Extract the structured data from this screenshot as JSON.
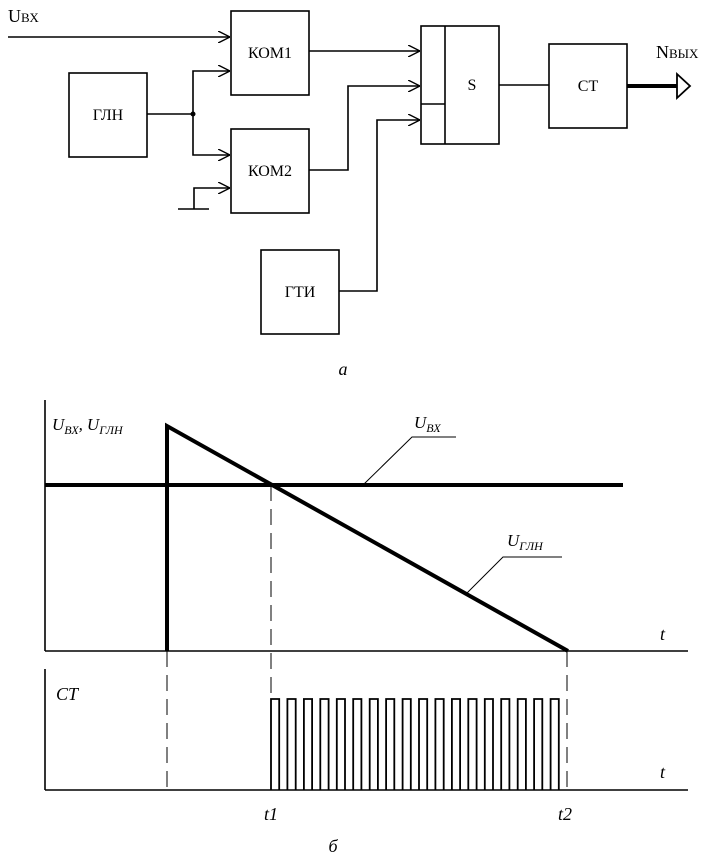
{
  "block_diagram": {
    "input_label": "U",
    "input_sub": "ВХ",
    "output_label": "N",
    "output_sub": "ВЫХ",
    "blocks": {
      "glin": "ГЛН",
      "kom1": "КОМ1",
      "kom2": "КОМ2",
      "gti": "ГТИ",
      "and_gate": "S",
      "counter": "СТ"
    },
    "caption": "а"
  },
  "timing_diagram": {
    "top_axis_label_1": "U",
    "top_axis_sub_1": "ВХ",
    "top_axis_sep": ",",
    "top_axis_label_2": "U",
    "top_axis_sub_2": "ГЛН",
    "callout_uvx": "U",
    "callout_uvx_sub": "ВХ",
    "callout_uglin": "U",
    "callout_uglin_sub": "ГЛН",
    "t_label_top": "t",
    "bottom_axis_label": "СТ",
    "t_label_bottom": "t",
    "t1": "t1",
    "t2": "t2",
    "caption": "б",
    "pulse_count": 18
  }
}
